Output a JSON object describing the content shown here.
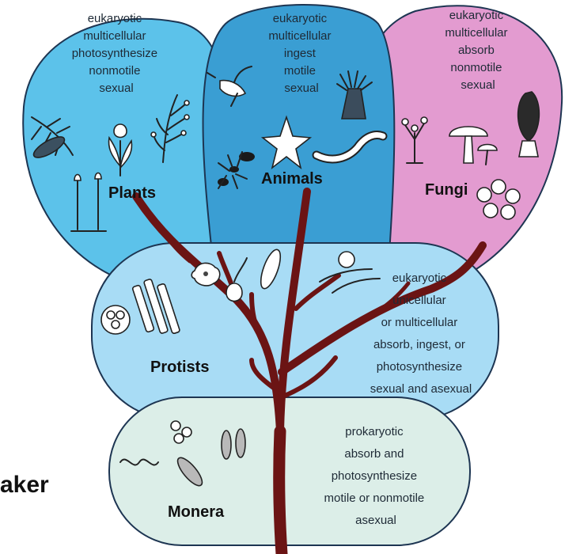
{
  "diagram": {
    "edge_text": "aker",
    "kingdoms": {
      "plants": {
        "name": "Plants",
        "traits": [
          "eukaryotic",
          "multicellular",
          "photosynthesize",
          "nonmotile",
          "sexual"
        ]
      },
      "animals": {
        "name": "Animals",
        "traits": [
          "eukaryotic",
          "multicellular",
          "ingest",
          "motile",
          "sexual"
        ]
      },
      "fungi": {
        "name": "Fungi",
        "traits": [
          "eukaryotic",
          "multicellular",
          "absorb",
          "nonmotile",
          "sexual"
        ]
      },
      "protists": {
        "name": "Protists",
        "traits": [
          "eukaryotic",
          "unicellular",
          "or multicellular",
          "absorb, ingest, or",
          "photosynthesize",
          "sexual and asexual"
        ]
      },
      "monera": {
        "name": "Monera",
        "traits": [
          "prokaryotic",
          "absorb and",
          "photosynthesize",
          "motile or nonmotile",
          "asexual"
        ]
      }
    },
    "colors": {
      "plants": "#5cc2ea",
      "animals": "#3a9ed3",
      "fungi": "#e39bd0",
      "protists": "#a8dcf5",
      "monera": "#dceee8",
      "trunk": "#6b1414",
      "outline": "#1d3552"
    }
  }
}
